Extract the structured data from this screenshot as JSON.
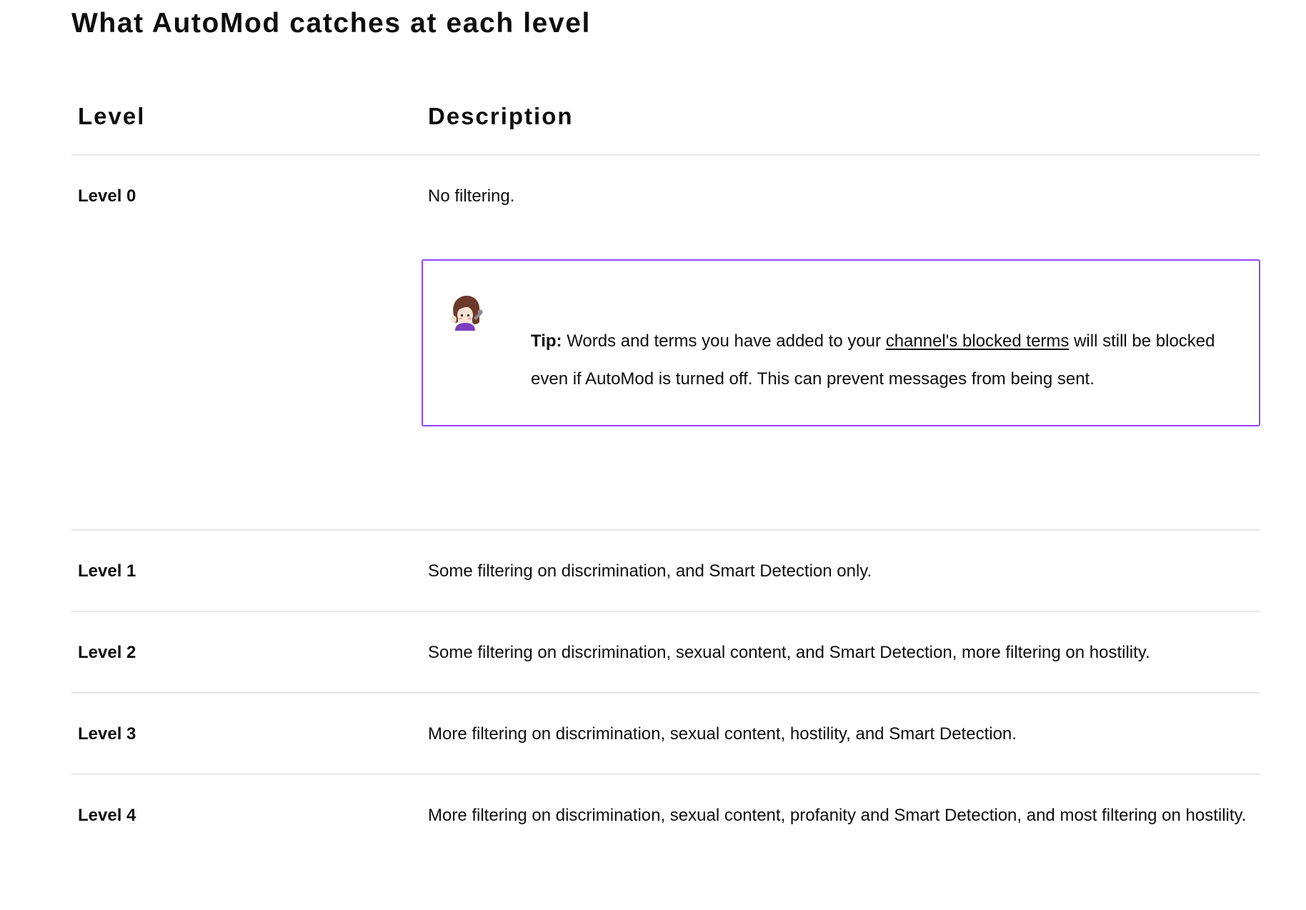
{
  "heading": "What AutoMod catches at each level",
  "table": {
    "headers": {
      "level": "Level",
      "description": "Description"
    },
    "rows": [
      {
        "level": "Level 0",
        "description": "No filtering."
      },
      {
        "level": "Level 1",
        "description": "Some filtering on discrimination, and Smart Detection only."
      },
      {
        "level": "Level 2",
        "description": "Some filtering on discrimination, sexual content, and Smart Detection, more filtering on hostility."
      },
      {
        "level": "Level 3",
        "description": "More filtering on discrimination, sexual content, hostility, and Smart Detection."
      },
      {
        "level": "Level 4",
        "description": "More filtering on discrimination, sexual content, profanity and Smart Detection, and most filtering on hostility."
      }
    ]
  },
  "tip": {
    "label": "Tip:",
    "text_before": " Words and terms you have added to your ",
    "link_text": "channel's blocked terms",
    "text_after": " will still be blocked even if AutoMod is turned off. This can prevent messages from being sent.",
    "icon": "support-avatar-icon"
  },
  "colors": {
    "accent": "#9147ff",
    "text": "#0e0e10",
    "divider": "#e6e6e8"
  }
}
